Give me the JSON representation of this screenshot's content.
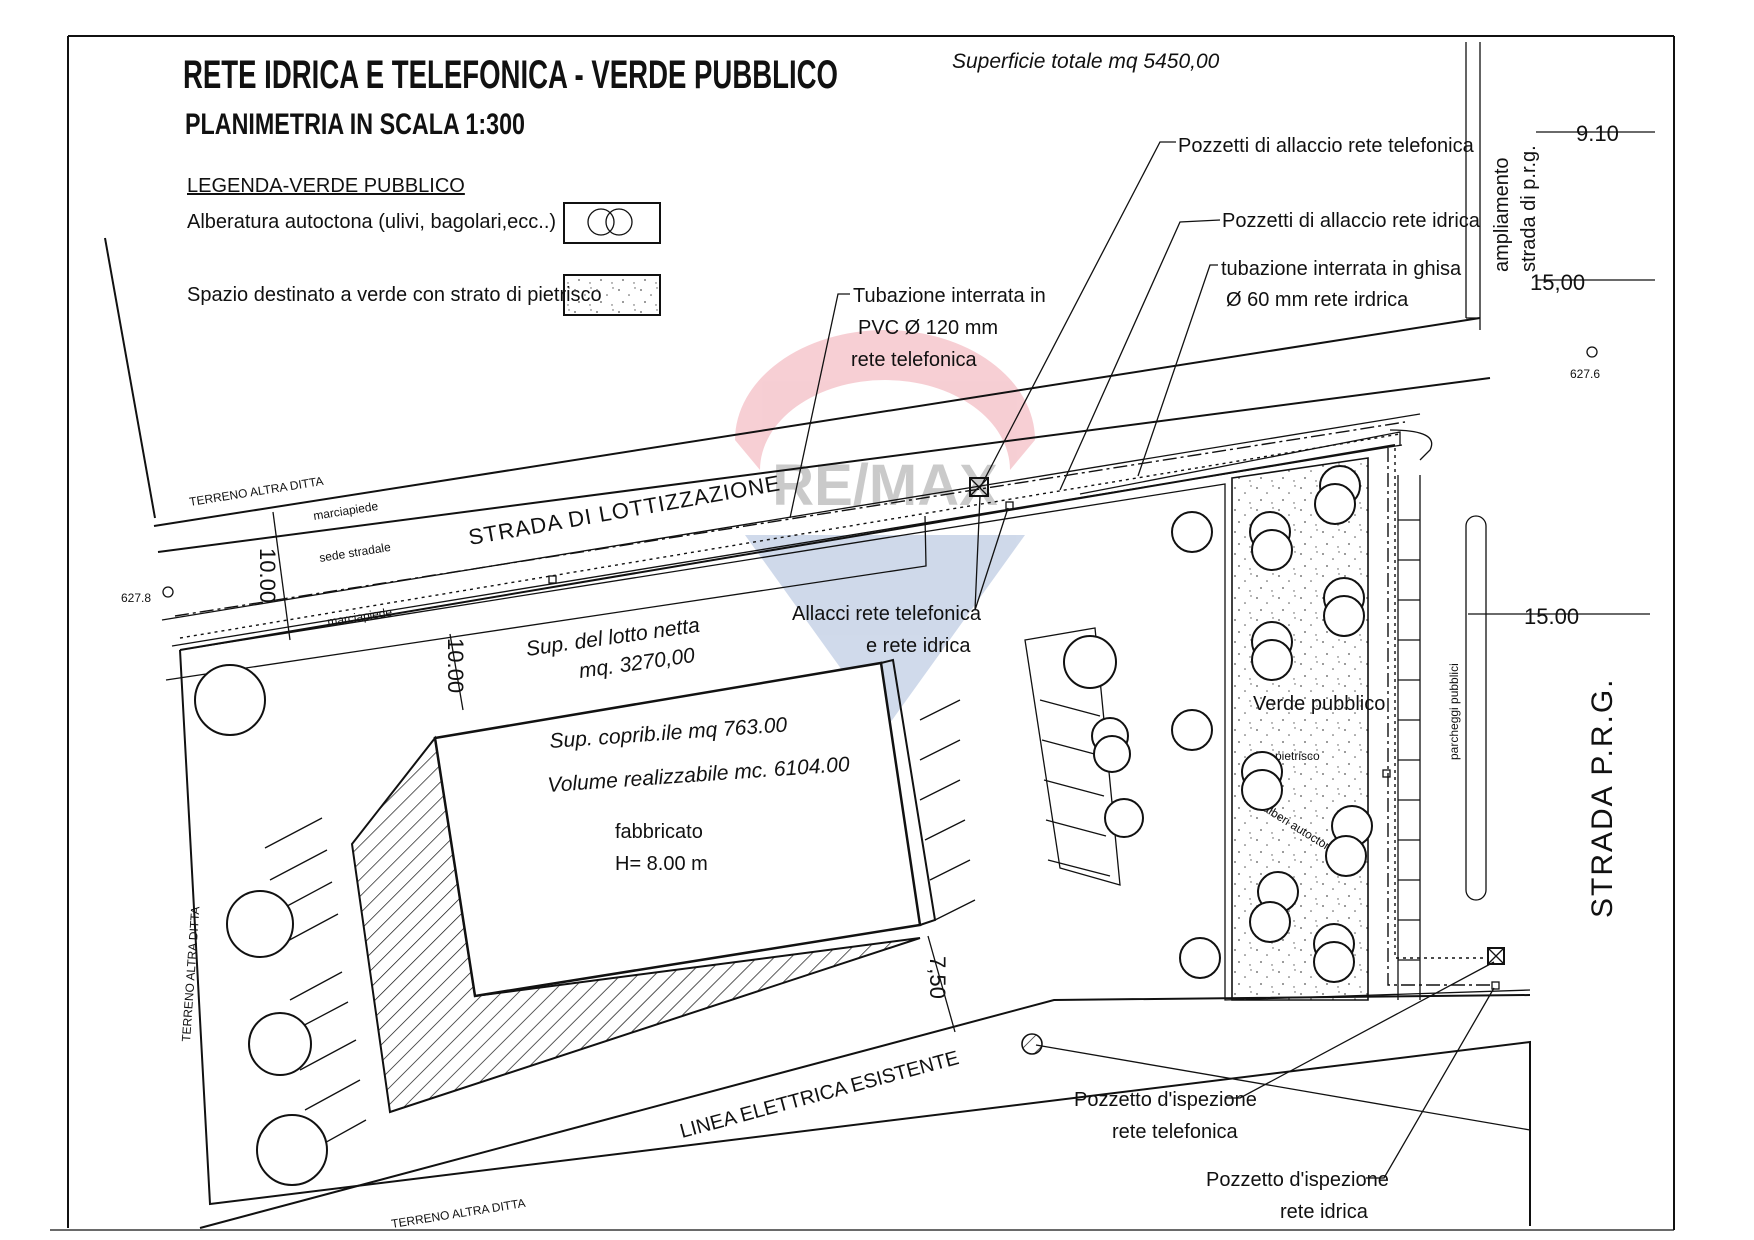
{
  "title": "RETE IDRICA E TELEFONICA - VERDE PUBBLICO",
  "subtitle": "PLANIMETRIA IN SCALA 1:300",
  "total_area": "Superficie totale   mq 5450,00",
  "legend": {
    "heading": "LEGENDA-VERDE PUBBLICO",
    "trees": "Alberatura autoctona (ulivi, bagolari,ecc..)",
    "gravel": "Spazio destinato a verde con strato di pietrisco"
  },
  "callouts": {
    "phone_connection_wells": "Pozzetti di allaccio  rete telefonica",
    "water_connection_wells": "Pozzetti di allaccio rete idrica",
    "water_pipe_1": "tubazione interrata in ghisa",
    "water_pipe_2": "Ø 60 mm rete irdrica",
    "pvc_pipe_1": "Tubazione interrata in",
    "pvc_pipe_2": "PVC Ø 120 mm",
    "pvc_pipe_3": "rete telefonica",
    "connections_1": "Allacci rete telefonica",
    "connections_2": "e rete idrica",
    "phone_inspection_1": "Pozzetto d'ispezione",
    "phone_inspection_2": "rete telefonica",
    "water_inspection_1": "Pozzetto d'ispezione",
    "water_inspection_2": "rete idrica"
  },
  "roads": {
    "lottizzazione": "STRADA DI LOTTIZZAZIONE",
    "prg": "STRADA P.R.G.",
    "sidewalk_top": "marciapiede",
    "carriageway": "sede stradale",
    "sidewalk_bottom": "marciapiede",
    "widening_1": "ampliamento",
    "widening_2": "strada di p.r.g.",
    "public_parking": "parcheggi pubblici",
    "power_line": "LINEA ELETTRICA ESISTENTE"
  },
  "land": {
    "other_owner_top": "TERRENO ALTRA DITTA",
    "other_owner_left": "TERRENO ALTRA DITTA",
    "other_owner_bottom": "TERRENO ALTRA DITTA"
  },
  "elevations": {
    "left": "627.8",
    "right": "627.6"
  },
  "dimensions": {
    "d_9_10": "9.10",
    "d_15_00_top": "15,00",
    "d_15_00_right": "15.00",
    "d_10_00_road": "10.00",
    "d_10_00_lot": "10.00",
    "d_7_50": "7,50"
  },
  "lot": {
    "net_area_1": "Sup. del lotto netta",
    "net_area_2": "mq. 3270,00",
    "coverable_area": "Sup. coprib.ile   mq  763.00",
    "buildable_volume": "Volume realizzabile  mc. 6104.00",
    "building_name": "fabbricato",
    "building_height": "H= 8.00 m"
  },
  "green": {
    "title": "Verde pubblico",
    "gravel": "pietrisco",
    "trees": "alberi autoctoni"
  },
  "watermark": "RE/MAX"
}
